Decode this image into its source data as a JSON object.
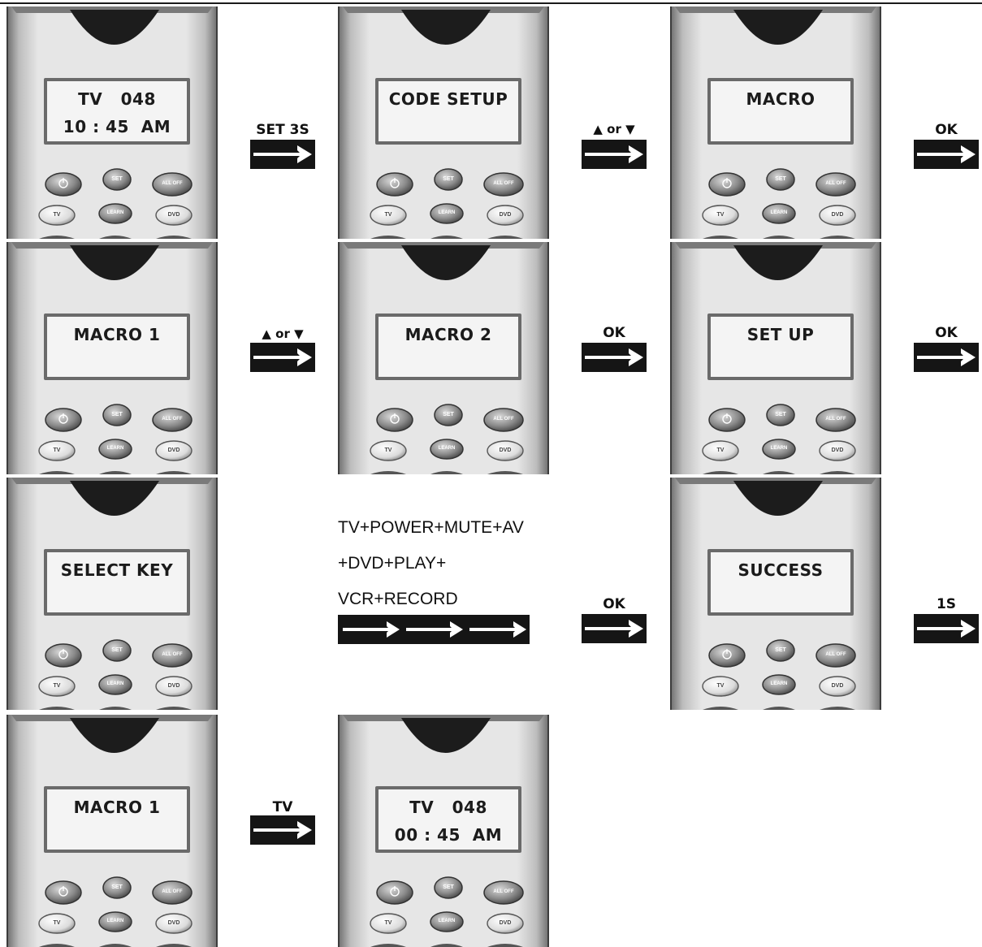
{
  "screens": [
    {
      "id": "s1",
      "line1": "TV   048",
      "line2": "10 : 45  AM"
    },
    {
      "id": "s2",
      "line1": "CODE SETUP",
      "line2": ""
    },
    {
      "id": "s3",
      "line1": "MACRO",
      "line2": ""
    },
    {
      "id": "s4",
      "line1": "MACRO 1",
      "line2": ""
    },
    {
      "id": "s5",
      "line1": "MACRO 2",
      "line2": ""
    },
    {
      "id": "s6",
      "line1": "SET UP",
      "line2": ""
    },
    {
      "id": "s7",
      "line1": "SELECT KEY",
      "line2": ""
    },
    {
      "id": "s8",
      "line1": "SUCCESS",
      "line2": ""
    },
    {
      "id": "s9",
      "line1": "MACRO 1",
      "line2": ""
    },
    {
      "id": "s10",
      "line1": "TV   048",
      "line2": "00 : 45  AM"
    }
  ],
  "buttons": {
    "set": "SET",
    "all_off": "ALL OFF",
    "tv": "TV",
    "learn": "LEARN",
    "dvd": "DVD"
  },
  "arrows": {
    "a1": "SET 3S",
    "a2": "▲ or ▼",
    "a3": "OK",
    "a4": "▲ or ▼",
    "a5": "OK",
    "a6": "OK",
    "a7": "OK",
    "a8": "1S",
    "a9": "TV"
  },
  "combo": {
    "line1": "TV+POWER+MUTE+AV",
    "line2": "+DVD+PLAY+",
    "line3": "VCR+RECORD"
  }
}
